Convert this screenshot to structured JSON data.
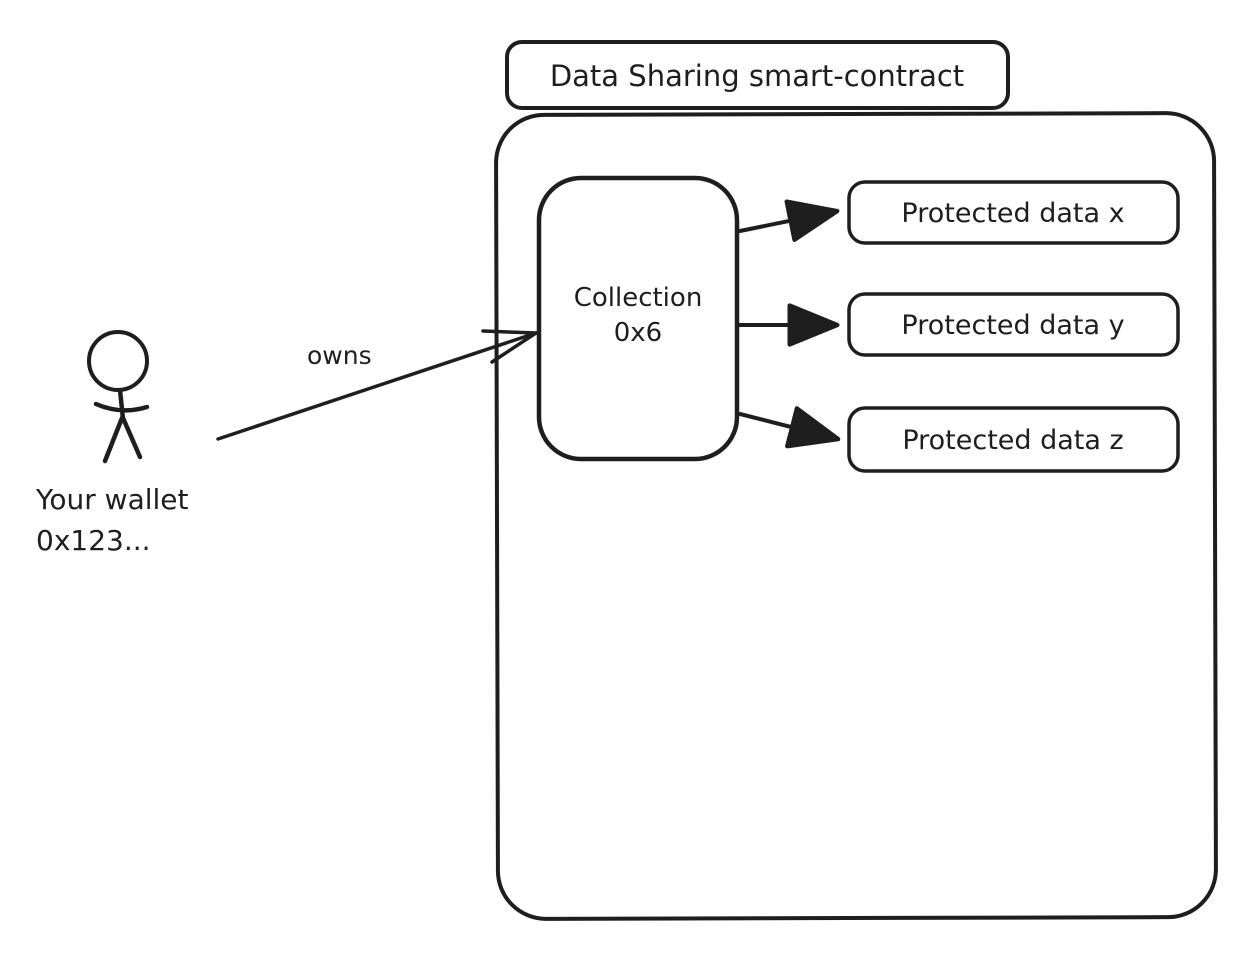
{
  "diagram": {
    "title": "Data Sharing smart-contract",
    "collection": {
      "name": "Collection",
      "address": "0x6"
    },
    "protected_data": [
      {
        "label": "Protected data x"
      },
      {
        "label": "Protected data y"
      },
      {
        "label": "Protected data z"
      }
    ],
    "owner": {
      "relation_label": "owns",
      "wallet_line1": "Your wallet",
      "wallet_line2": "0x123..."
    },
    "colors": {
      "stroke": "#1e1e1e",
      "background": "#ffffff"
    }
  }
}
